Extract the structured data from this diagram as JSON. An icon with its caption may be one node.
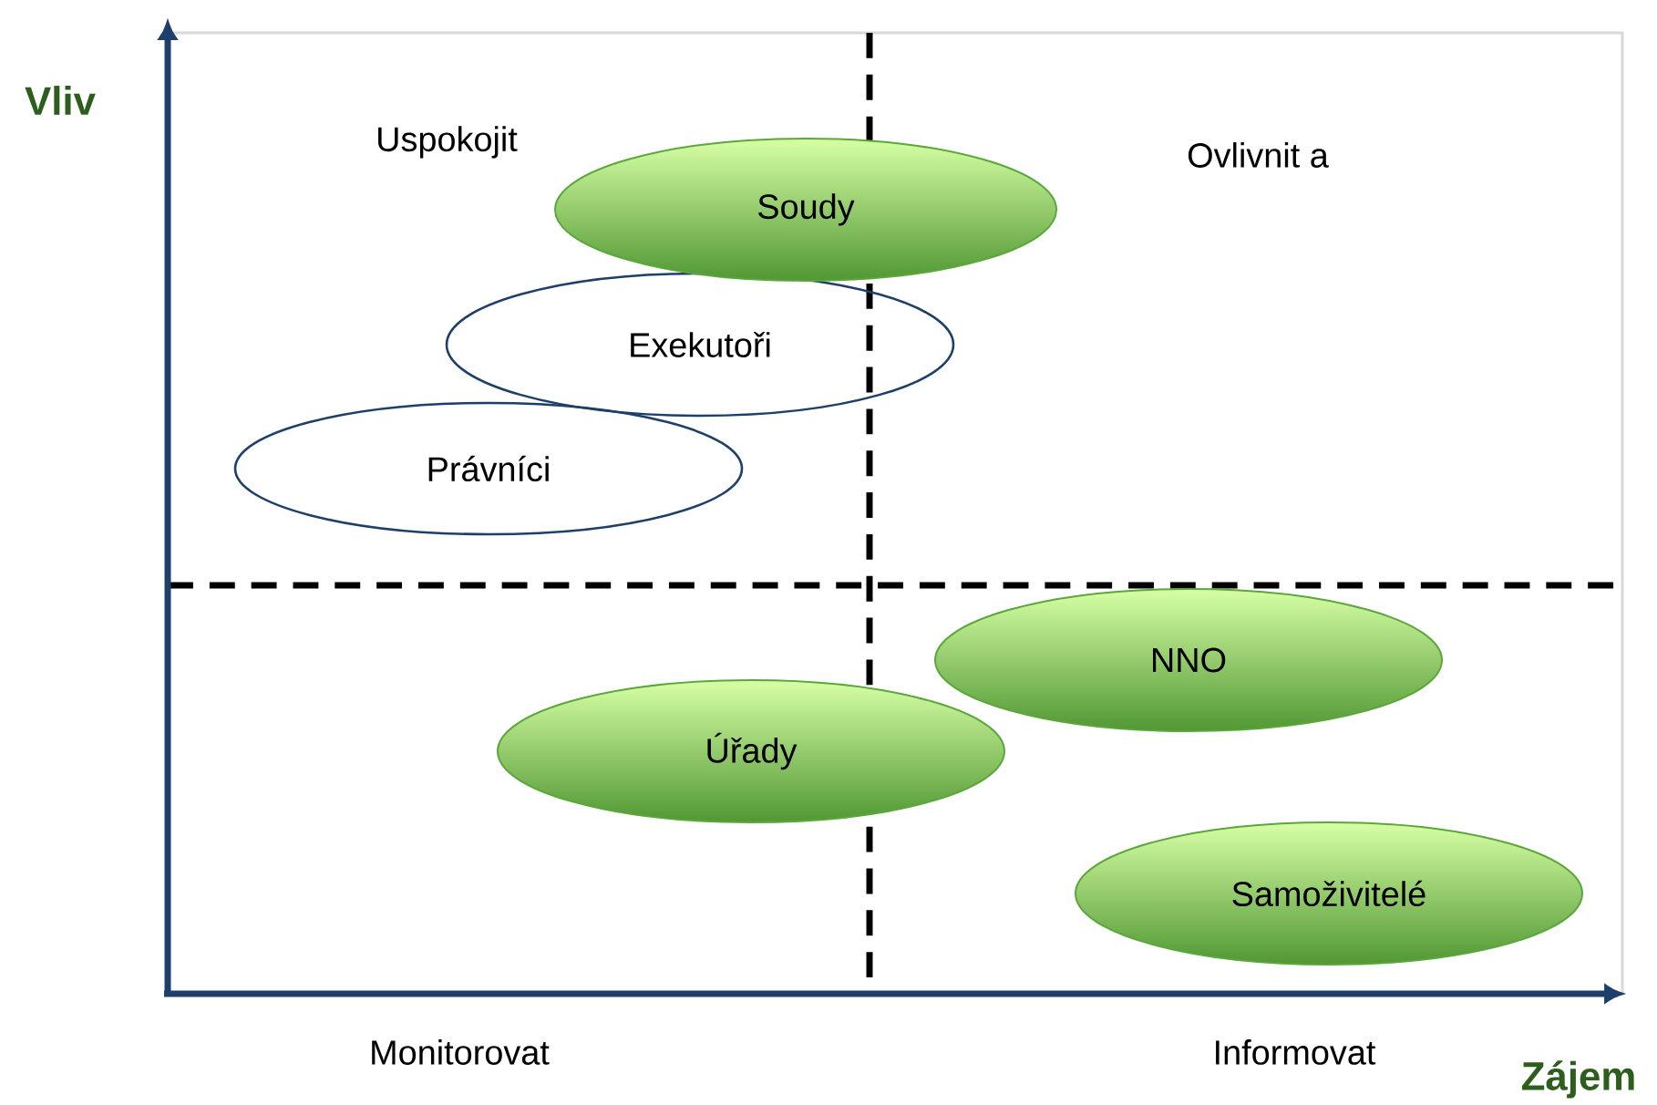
{
  "diagram": {
    "nodes": [
      {
        "text": [
          "Soudy"
        ]
      },
      {
        "text": [
          "Exekutoři"
        ]
      },
      {
        "text": [
          "Právníci"
        ]
      },
      {
        "text": [
          "NNO"
        ]
      },
      {
        "text": [
          "Úřady"
        ]
      },
      {
        "text": [
          "Samoživitelé"
        ]
      }
    ],
    "labels": [
      "Vliv",
      "Uspokojit",
      "Ovlivnit a",
      "Monitorovat",
      "Informovat",
      "Zájem"
    ]
  }
}
